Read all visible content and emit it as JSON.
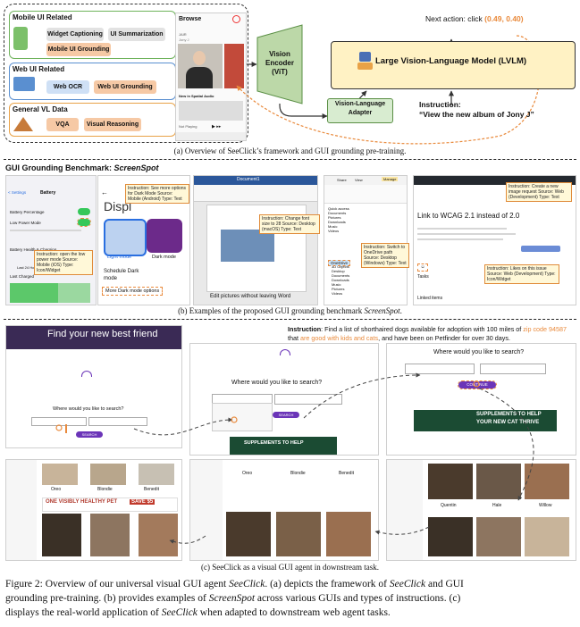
{
  "panel_a": {
    "mobile_ui": {
      "title": "Mobile UI Related",
      "tags": [
        "Widget Captioning",
        "UI Summarization",
        "Mobile UI Grounding"
      ]
    },
    "web_ui": {
      "title": "Web UI Related",
      "tags": [
        "Web OCR",
        "Web UI Grounding"
      ]
    },
    "general_vl": {
      "title": "General VL Data",
      "tags": [
        "VQA",
        "Visual Reasoning"
      ]
    },
    "phone": {
      "title": "Browse",
      "artist": "JAIR",
      "sub1": "Jony J",
      "sub2": "New in Spatial Audio",
      "bottom": "Not Playing"
    },
    "vision_encoder": {
      "line1": "Vision",
      "line2": "Encoder",
      "line3": "(ViT)"
    },
    "adapter": {
      "line1": "Vision-Language",
      "line2": "Adapter"
    },
    "lvlm": "Large Vision-Language Model (LVLM)",
    "next_action_label": "Next action: click ",
    "next_action_value": "(0.49, 0.40)",
    "instruction_label": "Instruction:",
    "instruction_text": "“View the new album of Jony J”",
    "caption": "(a) Overview of SeeClick’s framework and GUI grounding pre-training."
  },
  "panel_b": {
    "title_prefix": "GUI Grounding Benchmark: ",
    "title_name": "ScreenSpot",
    "ios": {
      "header": "Battery",
      "back": "< Settings",
      "row1": "Battery Percentage",
      "row2": "Low Power Mode",
      "row3": "Battery Health & Charging",
      "tab1": "Last 24 Hours",
      "tab2": "Last 10 Days",
      "last_charged": "Last Charged"
    },
    "android": {
      "title": "Displ",
      "light": "Light mode",
      "dark": "Dark mode",
      "schedule1": "Schedule Dark",
      "schedule2": "mode",
      "more": "More Dark mode options"
    },
    "word": {
      "title": "Document1",
      "caption": "Edit pictures without leaving Word"
    },
    "explorer": {
      "share": "Share",
      "view": "View",
      "manage": "Manage",
      "onedrive": "OneDrive",
      "items": [
        "Quick access",
        "Documents",
        "Pictures",
        "Downloads",
        "Music",
        "Videos",
        "This PC",
        "3D Objects",
        "Desktop",
        "Documents",
        "Downloads",
        "Music",
        "Pictures",
        "Videos"
      ]
    },
    "github": {
      "title": "Link to WCAG 2.1 instead of 2.0",
      "tasks": "Tasks",
      "linked": "Linked items"
    },
    "notes": [
      "Instruction: See more options for Dark Mode Source: Mobile (Android) Type: Text",
      "Instruction: open the low power mode Source: Mobile (iOS) Type: Icon/Widget",
      "Instruction: Change font size to 28 Source: Desktop (macOS) Type: Text",
      "Instruction: Switch to OneDrive path Source: Desktop (Windows) Type: Text",
      "Instruction: Create a new image request Source: Web (Development) Type: Text",
      "Instruction: Likes on this issue Source: Web (Development) Type: Icon/Widget"
    ],
    "caption_prefix": "(b) Examples of the proposed GUI grounding benchmark ",
    "caption_name": "ScreenSpot",
    "caption_suffix": "."
  },
  "panel_c": {
    "instruction_label": "Instruction",
    "instruction_1": ": Find a list of shorthaired dogs available for adoption with 100 miles of ",
    "zip": "zip code 94587",
    "instruction_2": " that ",
    "good_with": "are good with kids and cats",
    "instruction_3": ", and have been on Petfinder for over 30 days.",
    "banner": "Find your new best friend",
    "search_q": "Where would you like to search?",
    "search_btn": "SEARCH",
    "continue_btn": "CONTINUE",
    "supplements": "SUPPLEMENTS TO HELP",
    "new_cat": "YOUR NEW CAT THRIVE",
    "healthy": "ONE VISIBLY HEALTHY PET",
    "save": "SAVE $5",
    "pets": [
      "Oreo",
      "Blondie",
      "Benedit",
      "Quentin",
      "Hale",
      "Willow"
    ],
    "caption": "(c) SeeClick as a visual GUI agent in downstream task."
  },
  "figure_caption": {
    "l1a": "Figure 2: Overview of our universal visual GUI agent ",
    "l1b": "SeeClick",
    "l1c": ". (a) depicts the framework of ",
    "l1d": "SeeClick",
    "l1e": " and GUI",
    "l2a": "grounding pre-training. (b) provides examples of ",
    "l2b": "ScreenSpot",
    "l2c": " across various GUIs and types of instructions. (c)",
    "l3a": "displays the real-world application of ",
    "l3b": "SeeClick",
    "l3c": " when adapted to downstream web agent tasks."
  },
  "colors": {
    "orange": "#e98a3c",
    "ve_green": "#bcd8a8",
    "lvlm_yellow": "#fff2c4",
    "purple": "#6b35b8"
  }
}
